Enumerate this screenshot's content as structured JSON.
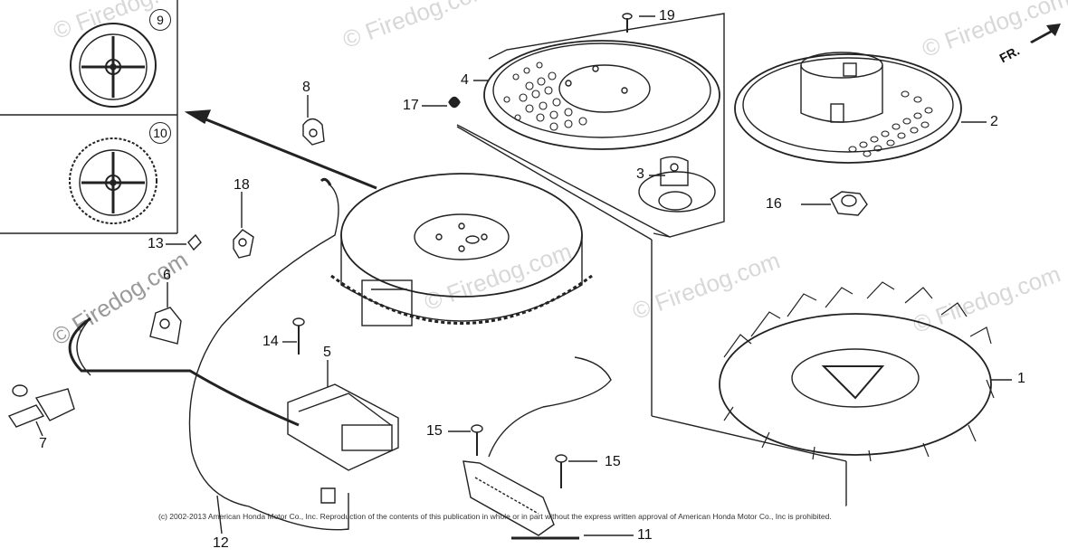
{
  "watermark": "© Firedog.com",
  "direction_label": "FR.",
  "copyright": "(c) 2002-2013 American Honda Motor Co., Inc. Reproduction of the contents of this publication in whole or in part without the express written approval of American Honda Motor Co., Inc is prohibited.",
  "callouts": {
    "c1": "1",
    "c2": "2",
    "c3": "3",
    "c4": "4",
    "c5": "5",
    "c6": "6",
    "c7": "7",
    "c8": "8",
    "c9": "9",
    "c10": "10",
    "c11": "11",
    "c12": "12",
    "c13": "13",
    "c14": "14",
    "c15a": "15",
    "c15b": "15",
    "c16": "16",
    "c17": "17",
    "c18": "18",
    "c19": "19"
  }
}
